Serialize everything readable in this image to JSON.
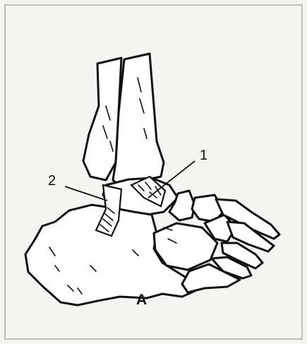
{
  "figure": {
    "callouts": [
      {
        "number": "1"
      },
      {
        "number": "2"
      }
    ],
    "panel_letter": "A",
    "colors": {
      "ink": "#111111",
      "paper": "#f4f4f2",
      "frame": "#9a9a9a"
    }
  }
}
